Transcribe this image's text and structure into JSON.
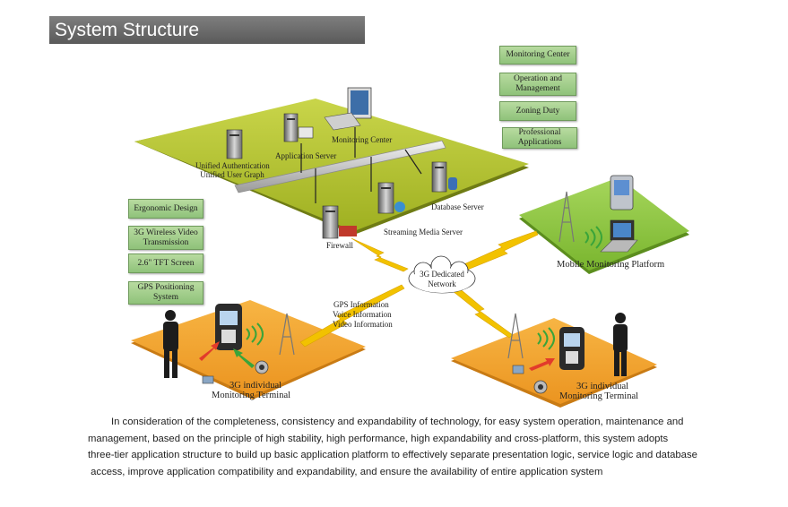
{
  "title": "System Structure",
  "right_features": [
    "Monitoring Center",
    "Operation and Management",
    "Zoning Duty",
    "Professional Applications"
  ],
  "left_features": [
    "Ergonomic Design",
    "3G Wireless Video Transmission",
    "2.6\" TFT Screen",
    "GPS Positioning System"
  ],
  "server_platform": {
    "unified_auth_1": "Unified Authentication",
    "unified_auth_2": "Unified User Graph",
    "application_server": "Application Server",
    "monitoring_center": "Monitoring Center",
    "database_server": "Database Server",
    "streaming_media_server": "Streaming Media Server",
    "firewall": "Firewall"
  },
  "network": {
    "line1": "3G Dedicated",
    "line2": "Network"
  },
  "mobile_platform": "Mobile Monitoring Platform",
  "info_labels": [
    "GPS Information",
    "Voice Information",
    "Video Information"
  ],
  "terminal_left": {
    "line1": "3G individual",
    "line2": "Monitoring Terminal"
  },
  "terminal_right": {
    "line1": "3G individual",
    "line2": "Monitoring Terminal"
  },
  "description": [
    "In consideration of the completeness, consistency and expandability of technology, for easy system operation, maintenance and",
    "management, based on the principle of high stability, high performance, high expandability and cross-platform, this system adopts",
    "three-tier application structure to build up basic application platform to effectively separate presentation logic, service logic and database",
    " access, improve application compatibility and expandability, and ensure the availability of entire application system"
  ],
  "colors": {
    "server_platform": "#aabd2a",
    "mobile_platform": "#8cc63f",
    "terminal_platform": "#f2a531",
    "lightning": "#f2c200",
    "feature_box": "#a7d08c"
  }
}
